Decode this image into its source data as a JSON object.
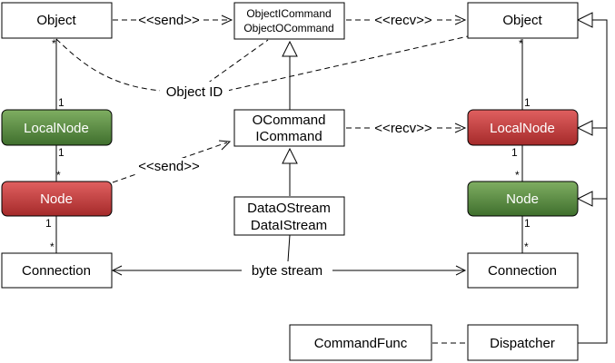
{
  "nodes": {
    "object_left": "Object",
    "commands_top": [
      "ObjectICommand",
      "ObjectOCommand"
    ],
    "object_right": "Object",
    "localnode_left": "LocalNode",
    "ocommand": [
      "OCommand",
      "ICommand"
    ],
    "localnode_right": "LocalNode",
    "node_left": "Node",
    "datastream": [
      "DataOStream",
      "DataIStream"
    ],
    "node_right": "Node",
    "connection_left": "Connection",
    "connection_right": "Connection",
    "commandfunc": "CommandFunc",
    "dispatcher": "Dispatcher"
  },
  "edge_labels": {
    "send_top": "<<send>>",
    "recv_top": "<<recv>>",
    "object_id": "Object ID",
    "recv_mid": "<<recv>>",
    "send_mid": "<<send>>",
    "byte_stream": "byte stream"
  },
  "multiplicities": {
    "one": "1",
    "many": "*"
  },
  "colors": {
    "green_fill": "#4e7d3a",
    "red_fill": "#b53434",
    "box_border": "#000000"
  }
}
